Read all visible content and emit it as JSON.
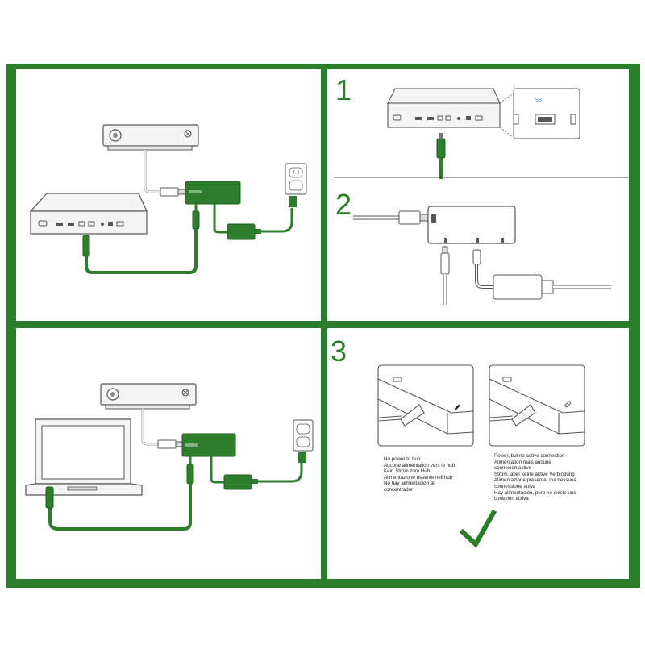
{
  "colors": {
    "frame": "#2a7d2a",
    "cable": "#2d7d2d",
    "hub": "#2d7d2d",
    "line": "#555555",
    "device": "#f4f4f4"
  },
  "step1": {
    "number": "1",
    "port_label": "SS"
  },
  "step2": {
    "number": "2"
  },
  "step3": {
    "number": "3",
    "no_power_lines": [
      "No power to hub",
      "Aucune alimentation vers le hub",
      "Kein Strom zum Hub",
      "Alimentazione assente nell'hub",
      "No hay alimentación al",
      "concentrador"
    ],
    "power_no_connection_lines": [
      "Power, but no active connection",
      "Alimentation mais aucune",
      "connexion active",
      "Strom, aber keine aktive Verbindung",
      "Alimentazione presente, ma nessuna",
      "connessione attiva",
      "Hay alimentación, pero no existe una",
      "conexión activa"
    ],
    "check_icon": "checkmark-icon"
  },
  "icons": [
    "xbox-logo-icon",
    "usb-plug-icon",
    "power-outlet-icon",
    "power-adapter-icon"
  ]
}
